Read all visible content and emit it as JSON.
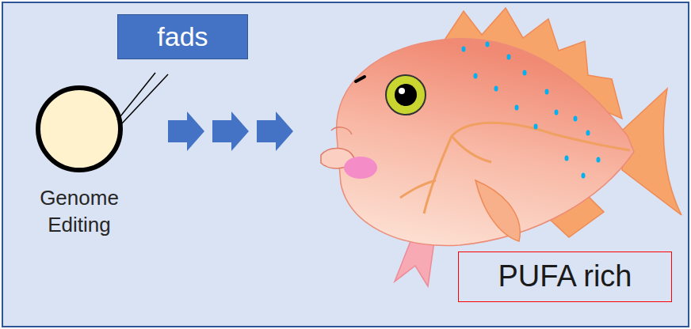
{
  "diagram": {
    "nodes": [
      {
        "text": [
          "fads"
        ]
      },
      {
        "text": [
          "Genome Editing"
        ]
      },
      {
        "text": [
          "PUFA rich"
        ]
      }
    ]
  }
}
